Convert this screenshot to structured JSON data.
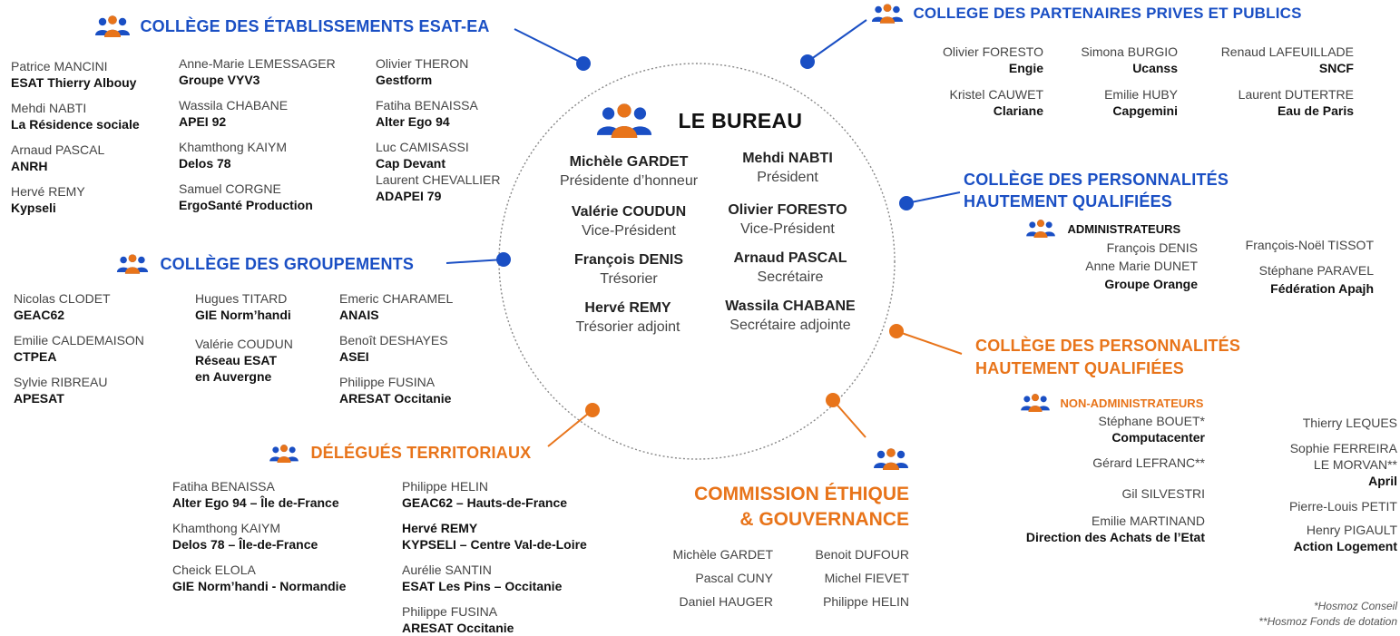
{
  "colors": {
    "blue": "#1a4fc4",
    "orange": "#e8741a",
    "dark": "#111111"
  },
  "bureau": {
    "title": "LE BUREAU",
    "members": [
      {
        "name": "Michèle GARDET",
        "role": "Présidente d’honneur"
      },
      {
        "name": "Mehdi NABTI",
        "role": "Président"
      },
      {
        "name": "Valérie COUDUN",
        "role": "Vice-Président"
      },
      {
        "name": "Olivier FORESTO",
        "role": "Vice-Président"
      },
      {
        "name": "François DENIS",
        "role": "Trésorier"
      },
      {
        "name": "Arnaud PASCAL",
        "role": "Secrétaire"
      },
      {
        "name": "Hervé REMY",
        "role": "Trésorier adjoint"
      },
      {
        "name": "Wassila CHABANE",
        "role": "Secrétaire adjointe"
      }
    ]
  },
  "college_esat": {
    "title": "COLLÈGE DES ÉTABLISSEMENTS ESAT-EA",
    "col1": [
      {
        "name": "Patrice MANCINI",
        "org": "ESAT Thierry Albouy"
      },
      {
        "name": "Mehdi NABTI",
        "org": "La Résidence sociale"
      },
      {
        "name": "Arnaud PASCAL",
        "org": "ANRH"
      },
      {
        "name": "Hervé REMY",
        "org": "Kypseli"
      }
    ],
    "col2": [
      {
        "name": "Anne-Marie LEMESSAGER",
        "org": "Groupe VYV3"
      },
      {
        "name": "Wassila CHABANE",
        "org": "APEI 92"
      },
      {
        "name": "Khamthong KAIYM",
        "org": "Delos 78"
      },
      {
        "name": "Samuel CORGNE",
        "org": "ErgoSanté Production"
      }
    ],
    "col3": [
      {
        "name": "Olivier THERON",
        "org": "Gestform"
      },
      {
        "name": "Fatiha BENAISSA",
        "org": "Alter Ego 94"
      },
      {
        "name": "Luc CAMISASSI",
        "org": "Cap Devant"
      },
      {
        "name": "Laurent CHEVALLIER",
        "org": "ADAPEI 79"
      }
    ]
  },
  "college_partenaires": {
    "title": "COLLEGE DES PARTENAIRES PRIVES ET PUBLICS",
    "entries": [
      {
        "name": "Olivier FORESTO",
        "org": "Engie"
      },
      {
        "name": "Simona BURGIO",
        "org": "Ucanss"
      },
      {
        "name": "Renaud LAFEUILLADE",
        "org": "SNCF"
      },
      {
        "name": "Kristel CAUWET",
        "org": "Clariane"
      },
      {
        "name": "Emilie HUBY",
        "org": "Capgemini"
      },
      {
        "name": "Laurent DUTERTRE",
        "org": "Eau de Paris"
      }
    ]
  },
  "college_personnalites_admin": {
    "title1": "COLLÈGE DES PERSONNALITÉS",
    "title2": "HAUTEMENT QUALIFIÉES",
    "subtitle": "ADMINISTRATEURS",
    "left_names": [
      "François DENIS",
      "Anne Marie DUNET"
    ],
    "left_org": "Groupe Orange",
    "right_names": [
      "François-Noël TISSOT",
      "Stéphane PARAVEL"
    ],
    "right_org": "Fédération Apajh"
  },
  "college_groupements": {
    "title": "COLLÈGE DES GROUPEMENTS",
    "col1": [
      {
        "name": "Nicolas CLODET",
        "org": "GEAC62"
      },
      {
        "name": "Emilie CALDEMAISON",
        "org": "CTPEA"
      },
      {
        "name": "Sylvie RIBREAU",
        "org": "APESAT"
      }
    ],
    "col2": [
      {
        "name": "Hugues TITARD",
        "org": "GIE Norm’handi"
      },
      {
        "name": "Valérie COUDUN",
        "org": "Réseau ESAT",
        "org2": "en Auvergne"
      }
    ],
    "col3": [
      {
        "name": "Emeric CHARAMEL",
        "org": "ANAIS"
      },
      {
        "name": "Benoît DESHAYES",
        "org": "ASEI"
      },
      {
        "name": "Philippe FUSINA",
        "org": "ARESAT Occitanie"
      }
    ]
  },
  "college_personnalites_nonadmin": {
    "title1": "COLLÈGE DES PERSONNALITÉS",
    "title2": "HAUTEMENT QUALIFIÉES",
    "subtitle": "NON-ADMINISTRATEURS",
    "left": [
      {
        "name": "Stéphane BOUET*",
        "org": "Computacenter"
      },
      {
        "name": "Gérard LEFRANC**",
        "org": ""
      },
      {
        "name": "Gil SILVESTRI",
        "org": ""
      },
      {
        "name": "Emilie MARTINAND",
        "org": "Direction des Achats de l’Etat"
      }
    ],
    "right": [
      {
        "name": "Thierry LEQUES",
        "org": ""
      },
      {
        "name": "Sophie FERREIRA",
        "org": ""
      },
      {
        "name": "LE MORVAN**",
        "org": "April"
      },
      {
        "name": "Pierre-Louis PETIT",
        "org": ""
      },
      {
        "name": "Henry PIGAULT",
        "org": "Action Logement"
      }
    ]
  },
  "delegues": {
    "title": "DÉLÉGUÉS TERRITORIAUX",
    "col1": [
      {
        "name": "Fatiha BENAISSA",
        "org": "Alter Ego 94 – Île de-France"
      },
      {
        "name": "Khamthong KAIYM",
        "org": "Delos 78 – Île-de-France"
      },
      {
        "name": "Cheick ELOLA",
        "org": "GIE Norm’handi - Normandie"
      }
    ],
    "col2": [
      {
        "name": "Philippe HELIN",
        "org": "GEAC62 – Hauts-de-France"
      },
      {
        "name": "Hervé REMY",
        "org": "KYPSELI – Centre Val-de-Loire"
      },
      {
        "name": "Aurélie SANTIN",
        "org": "ESAT Les Pins – Occitanie"
      },
      {
        "name": "Philippe FUSINA",
        "org": "ARESAT Occitanie"
      }
    ]
  },
  "commission": {
    "title1": "COMMISSION ÉTHIQUE",
    "title2": "& GOUVERNANCE",
    "left": [
      "Michèle GARDET",
      "Pascal CUNY",
      "Daniel HAUGER"
    ],
    "right": [
      "Benoit DUFOUR",
      "Michel FIEVET",
      "Philippe HELIN"
    ]
  },
  "footnotes": [
    "*Hosmoz Conseil",
    "**Hosmoz Fonds de dotation"
  ]
}
